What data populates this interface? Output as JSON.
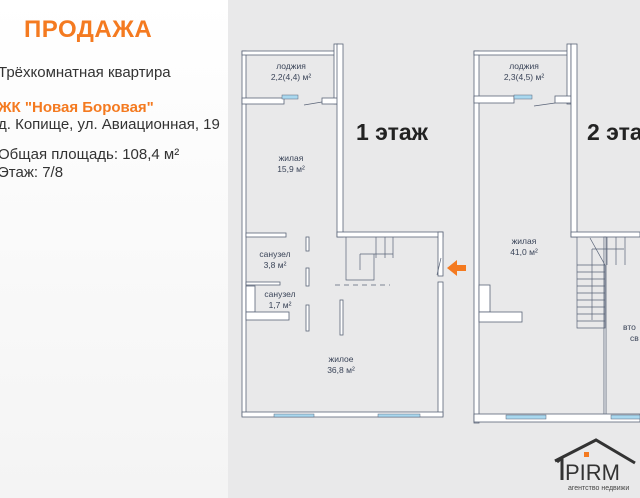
{
  "listing": {
    "title": "ПРОДАЖА",
    "type": "Трёхкомнатная квартира",
    "complex": "ЖК \"Новая Боровая\"",
    "address": "д. Копище, ул. Авиационная, 19",
    "area": "Общая площадь: 108,4 м²",
    "floor": "Этаж: 7/8"
  },
  "plan1": {
    "label": "1 этаж",
    "rooms": [
      {
        "name": "лоджия",
        "area": "2,2(4,4) м²"
      },
      {
        "name": "жилая",
        "area": "15,9 м²"
      },
      {
        "name": "санузел",
        "area": "3,8 м²"
      },
      {
        "name": "санузел",
        "area": "1,7 м²"
      },
      {
        "name": "жилое",
        "area": "36,8 м²"
      }
    ]
  },
  "plan2": {
    "label": "2 эта",
    "rooms": [
      {
        "name": "лоджия",
        "area": "2,3(4,5) м²"
      },
      {
        "name": "жилая",
        "area": "41,0 м²"
      },
      {
        "name": "вто",
        "area": "св"
      }
    ]
  },
  "logo": {
    "main": "PIRM",
    "sub": "агентство недвижи"
  },
  "colors": {
    "accent": "#f47a20",
    "window": "#a9d8ef",
    "wall": "#ffffff",
    "wallStroke": "#5a6478"
  }
}
